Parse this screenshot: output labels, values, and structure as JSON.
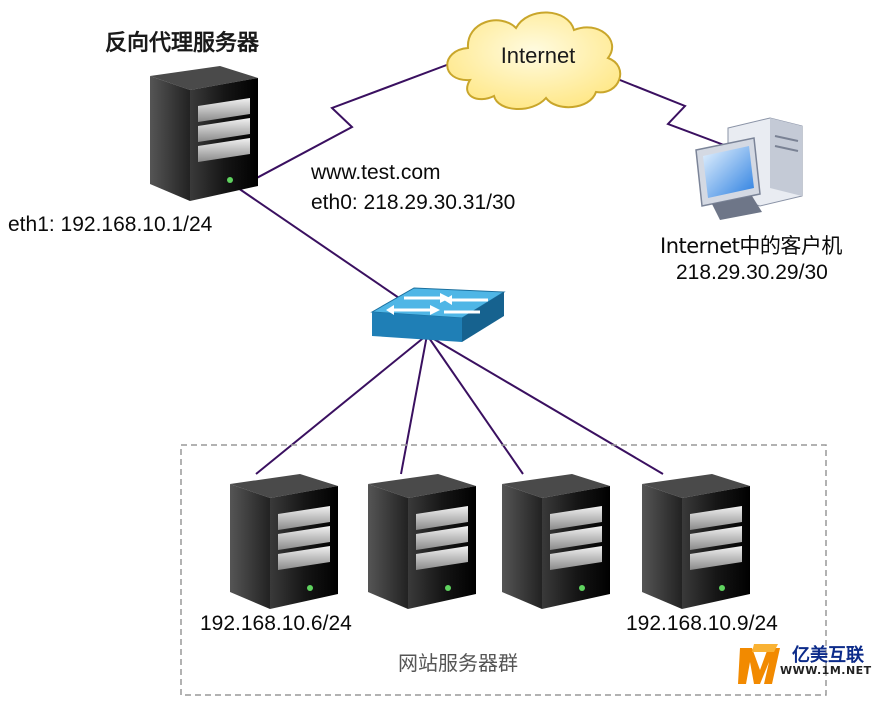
{
  "proxy": {
    "title": "反向代理服务器",
    "domain": "www.test.com",
    "eth0": "eth0: 218.29.30.31/30",
    "eth1": "eth1: 192.168.10.1/24"
  },
  "internet": {
    "label": "Internet"
  },
  "client": {
    "label": "Internet中的客户机",
    "ip": "218.29.30.29/30"
  },
  "server_group": {
    "label": "网站服务器群",
    "ip_first": "192.168.10.6/24",
    "ip_last": "192.168.10.9/24"
  },
  "logo": {
    "brand": "亿美互联",
    "url": "WWW.1M.NET"
  },
  "colors": {
    "link_line": "#3a1060",
    "cloud_fill": "#fff3b0",
    "cloud_stroke": "#c9a62b",
    "switch_top": "#4fb6e6",
    "switch_side": "#1f7fb6",
    "server_body": "#1a1a1a",
    "group_border": "#999999",
    "logo_orange": "#f28a00"
  },
  "icons": [
    "server-icon",
    "cloud-icon",
    "network-switch-icon",
    "workstation-icon"
  ]
}
